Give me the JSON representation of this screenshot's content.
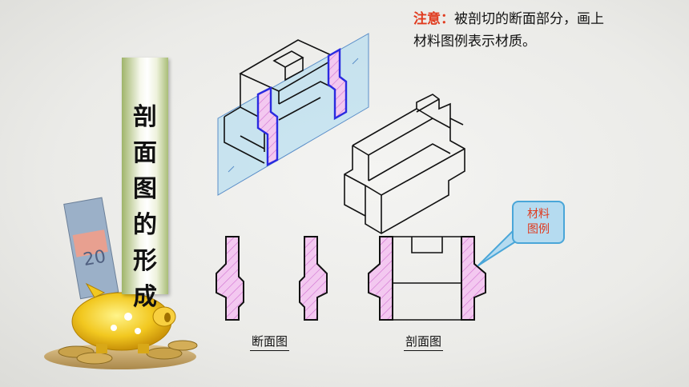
{
  "note": {
    "highlight": "注意：",
    "text": "被剖切的断面部分，画上材料图例表示材质。"
  },
  "title": {
    "chars": [
      "剖",
      "面",
      "图",
      "的",
      "形",
      "成"
    ]
  },
  "callout": {
    "line1": "材料",
    "line2": "图例"
  },
  "captions": {
    "section_view": "断面图",
    "sectional_view": "剖面图"
  },
  "colors": {
    "accent_red": "#e03a1e",
    "hatch_pink": "#f3c8f0",
    "hatch_line": "#d070d0",
    "cut_plane_blue": "#2a2ae0",
    "plane_fill": "#a8d8f0",
    "callout_fill": "#b5dbf0"
  },
  "decor": {
    "piggy_bank": "piggy-bank-illustration"
  }
}
